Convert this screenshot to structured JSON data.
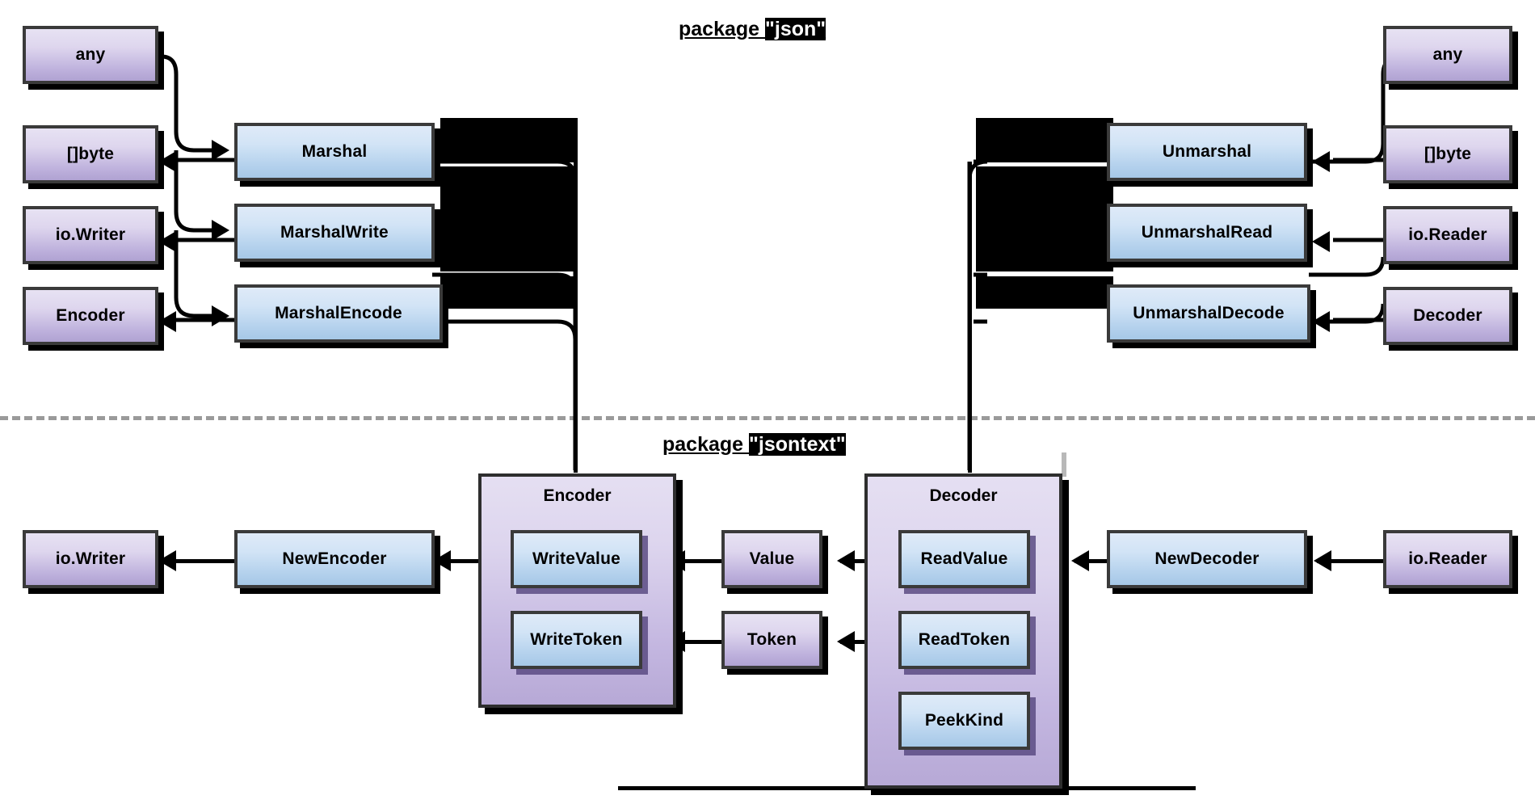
{
  "diagram": {
    "title_top": {
      "prefix": "package ",
      "name": "\"json\""
    },
    "title_bottom": {
      "prefix": "package ",
      "name": "\"jsontext\""
    },
    "colors": {
      "type_box_top": "#e7e2f3",
      "type_box_bottom": "#b0a2d2",
      "func_box_top": "#dfeaf8",
      "func_box_bottom": "#a6c8e7",
      "group_fill": "#c3b6e0",
      "border": "#3a3a3a",
      "shadow": "#000000",
      "divider": "#9a9a9a"
    }
  },
  "json_package": {
    "left_types": [
      {
        "label": "any"
      },
      {
        "label": "[]byte"
      },
      {
        "label": "io.Writer"
      },
      {
        "label": "Encoder"
      }
    ],
    "marshal_functions": [
      {
        "label": "Marshal"
      },
      {
        "label": "MarshalWrite"
      },
      {
        "label": "MarshalEncode"
      }
    ],
    "unmarshal_functions": [
      {
        "label": "Unmarshal"
      },
      {
        "label": "UnmarshalRead"
      },
      {
        "label": "UnmarshalDecode"
      }
    ],
    "right_types": [
      {
        "label": "any"
      },
      {
        "label": "[]byte"
      },
      {
        "label": "io.Reader"
      },
      {
        "label": "Decoder"
      }
    ]
  },
  "jsontext_package": {
    "writer_type": {
      "label": "io.Writer"
    },
    "new_encoder": {
      "label": "NewEncoder"
    },
    "encoder_group": {
      "title": "Encoder",
      "methods": [
        {
          "label": "WriteValue"
        },
        {
          "label": "WriteToken"
        }
      ]
    },
    "middle_types": [
      {
        "label": "Value"
      },
      {
        "label": "Token"
      }
    ],
    "decoder_group": {
      "title": "Decoder",
      "methods": [
        {
          "label": "ReadValue"
        },
        {
          "label": "ReadToken"
        },
        {
          "label": "PeekKind"
        }
      ]
    },
    "new_decoder": {
      "label": "NewDecoder"
    },
    "reader_type": {
      "label": "io.Reader"
    }
  }
}
